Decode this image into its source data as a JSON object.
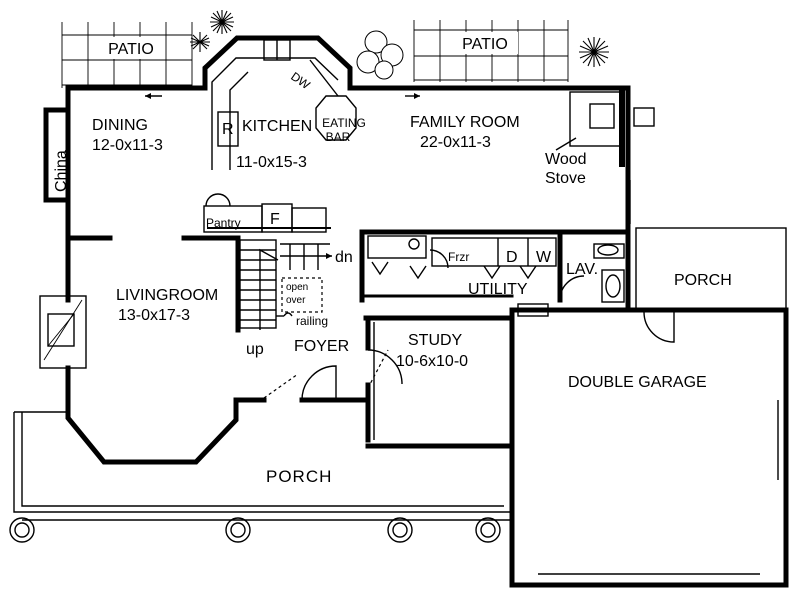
{
  "rooms": {
    "patio_left": "PATIO",
    "patio_right": "PATIO",
    "dining": {
      "name": "DINING",
      "size": "12-0x11-3"
    },
    "china": "China",
    "kitchen": {
      "name": "KITCHEN",
      "size": "11-0x15-3"
    },
    "eating_bar_1": "EATING",
    "eating_bar_2": "BAR",
    "dw": "DW",
    "fridge": "R",
    "family_room": {
      "name": "FAMILY ROOM",
      "size": "22-0x11-3"
    },
    "wood_stove_1": "Wood",
    "wood_stove_2": "Stove",
    "pantry": "Pantry",
    "freezer_f": "F",
    "dn": "dn",
    "frzr": "Frzr",
    "dryer": "D",
    "washer": "W",
    "lav": "LAV.",
    "utility": "UTILITY",
    "porch_right": "PORCH",
    "open_over_1": "open",
    "open_over_2": "over",
    "railing": "railing",
    "livingroom": {
      "name": "LIVINGROOM",
      "size": "13-0x17-3"
    },
    "up": "up",
    "foyer": "FOYER",
    "study": {
      "name": "STUDY",
      "size": "10-6x10-0"
    },
    "garage": "DOUBLE GARAGE",
    "porch_front": "PORCH"
  }
}
